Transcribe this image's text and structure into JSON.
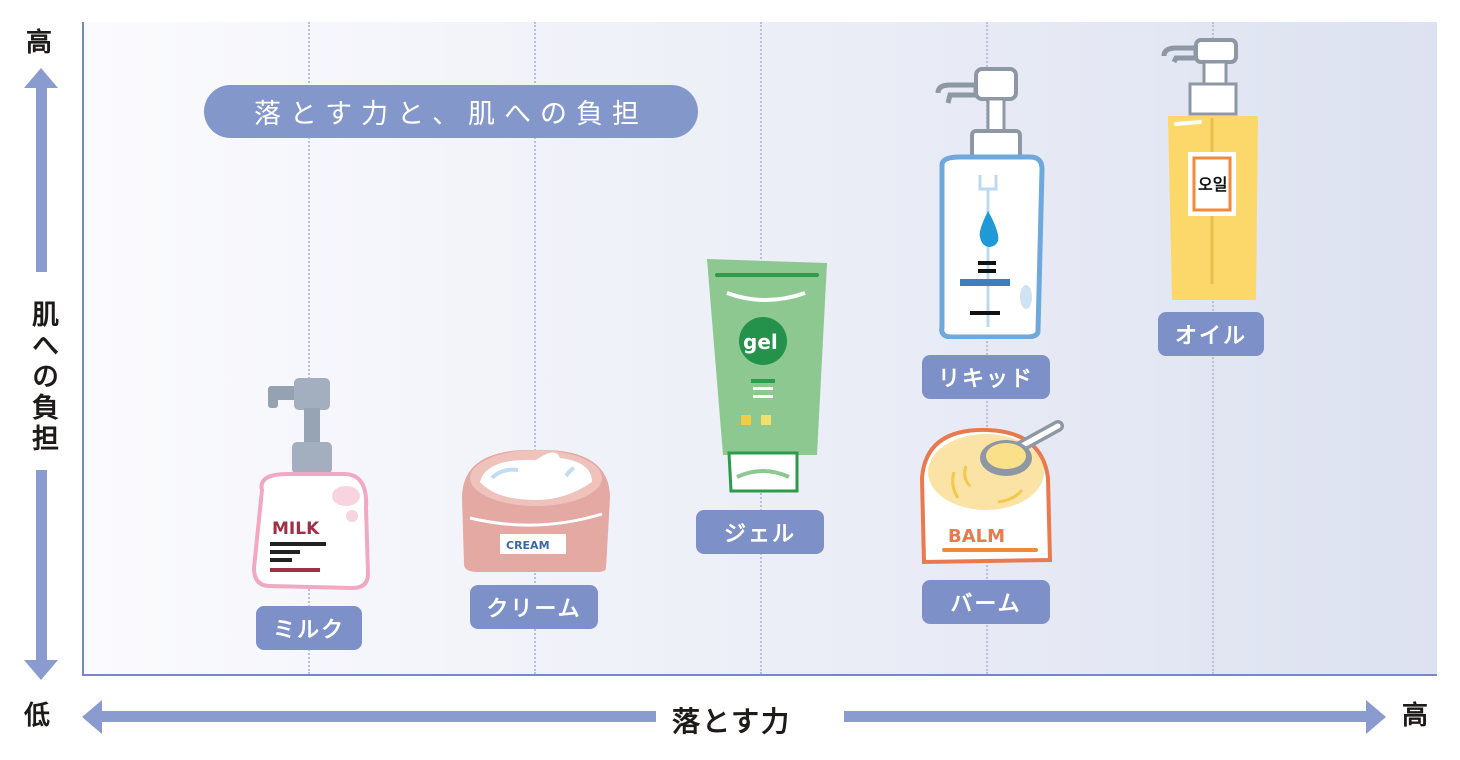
{
  "title": "落とす力と、肌への負担",
  "y_axis": {
    "title": "肌への負担",
    "high": "高",
    "low": ""
  },
  "x_axis": {
    "title": "落とす力",
    "low": "低",
    "high": "高"
  },
  "products": [
    {
      "label": "ミルク",
      "tag": "MILK",
      "type": "pump-bottle",
      "color": "#f2a7c3"
    },
    {
      "label": "クリーム",
      "tag": "CREAM",
      "type": "jar",
      "color": "#e3a9a2"
    },
    {
      "label": "ジェル",
      "tag": "gel",
      "type": "tube",
      "color": "#8dc890"
    },
    {
      "label": "リキッド",
      "tag": "",
      "type": "pump-bottle",
      "color": "#6ea8dc"
    },
    {
      "label": "バーム",
      "tag": "BALM",
      "type": "jar",
      "color": "#e9794e"
    },
    {
      "label": "オイル",
      "tag": "오일",
      "type": "pump-bottle",
      "color": "#fcd86b"
    }
  ],
  "chart_data": {
    "type": "scatter",
    "title": "落とす力と、肌への負担",
    "xlabel": "落とす力",
    "ylabel": "肌への負担",
    "x_ticks": [
      "低",
      "高"
    ],
    "y_ticks": [
      "低",
      "高"
    ],
    "grid": "vertical dotted",
    "points": [
      {
        "name": "ミルク",
        "x": 1,
        "y": 1
      },
      {
        "name": "クリーム",
        "x": 2,
        "y": 1.3
      },
      {
        "name": "ジェル",
        "x": 3,
        "y": 2.6
      },
      {
        "name": "リキッド",
        "x": 4,
        "y": 4
      },
      {
        "name": "バーム",
        "x": 4,
        "y": 1.6
      },
      {
        "name": "オイル",
        "x": 5,
        "y": 4.5
      }
    ],
    "xlim": [
      0,
      6
    ],
    "ylim": [
      0,
      5
    ]
  },
  "colors": {
    "accent": "#8497cb",
    "axis": "#7788c4",
    "arrow": "#8a9bd0"
  }
}
